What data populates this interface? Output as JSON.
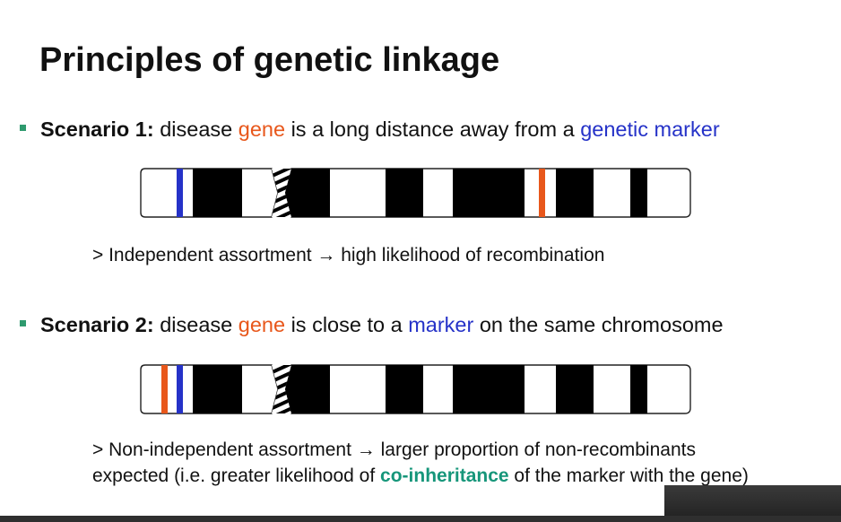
{
  "title": "Principles of genetic linkage",
  "scenario1": {
    "label": "Scenario 1:",
    "text_a": " disease ",
    "gene": "gene",
    "text_b": " is a long distance away from a ",
    "marker": "genetic marker",
    "note": "> Independent assortment → high likelihood of recombination"
  },
  "scenario2": {
    "label": "Scenario 2:",
    "text_a": " disease ",
    "gene": "gene",
    "text_b": " is close to a ",
    "marker": "marker",
    "text_c": " on the same chromosome",
    "note_line1": "> Non-independent assortment → larger proportion of non-recombinants",
    "note_line2_a": "expected (i.e. greater likelihood of ",
    "note_line2_b": "co-inheritance",
    "note_line2_c": " of the marker with the gene)"
  },
  "colors": {
    "gene": "#e8571b",
    "marker": "#2532c8",
    "highlight": "#16967a",
    "bullet": "#2e9a6e"
  }
}
